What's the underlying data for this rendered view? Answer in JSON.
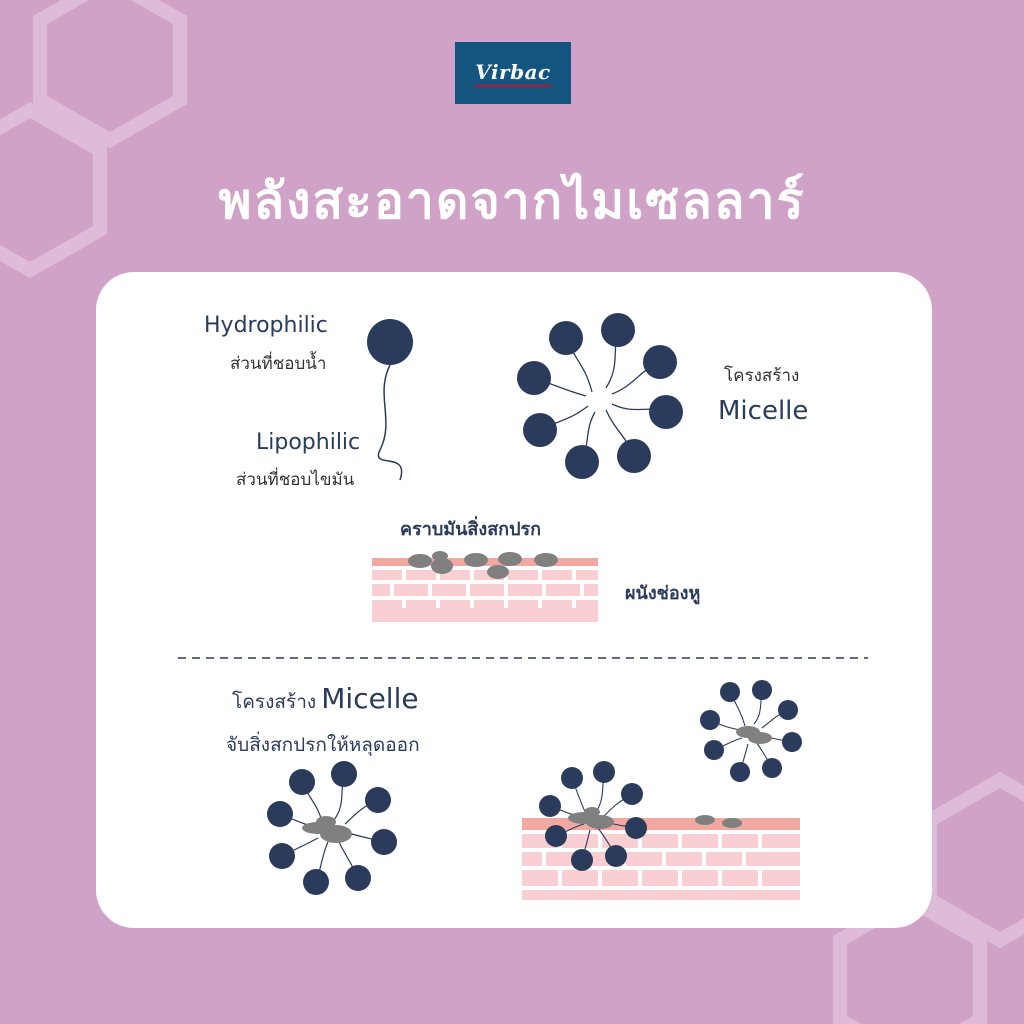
{
  "brand": {
    "logo_text": "Virbac"
  },
  "headline": "พลังสะอาดจากไมเซลลาร์",
  "diagram": {
    "hydrophilic": {
      "en": "Hydrophilic",
      "th": "ส่วนที่ชอบน้ำ"
    },
    "lipophilic": {
      "en": "Lipophilic",
      "th": "ส่วนที่ชอบไขมัน"
    },
    "micelle_structure": {
      "th": "โครงสร้าง",
      "en": "Micelle"
    },
    "dirt_label": "คราบมันสิ่งสกปรก",
    "ear_wall_label": "ผนังช่องหู",
    "bottom_caption": {
      "line1_th": "โครงสร้าง",
      "line1_en": "Micelle",
      "line2": "จับสิ่งสกปรกให้หลุดออก"
    }
  },
  "colors": {
    "background": "#d0a2c8",
    "card": "#ffffff",
    "micelle_head": "#2b3b5c",
    "dirt": "#808080",
    "skin_light": "#f9cfd3",
    "skin_top": "#f0a8a0"
  }
}
